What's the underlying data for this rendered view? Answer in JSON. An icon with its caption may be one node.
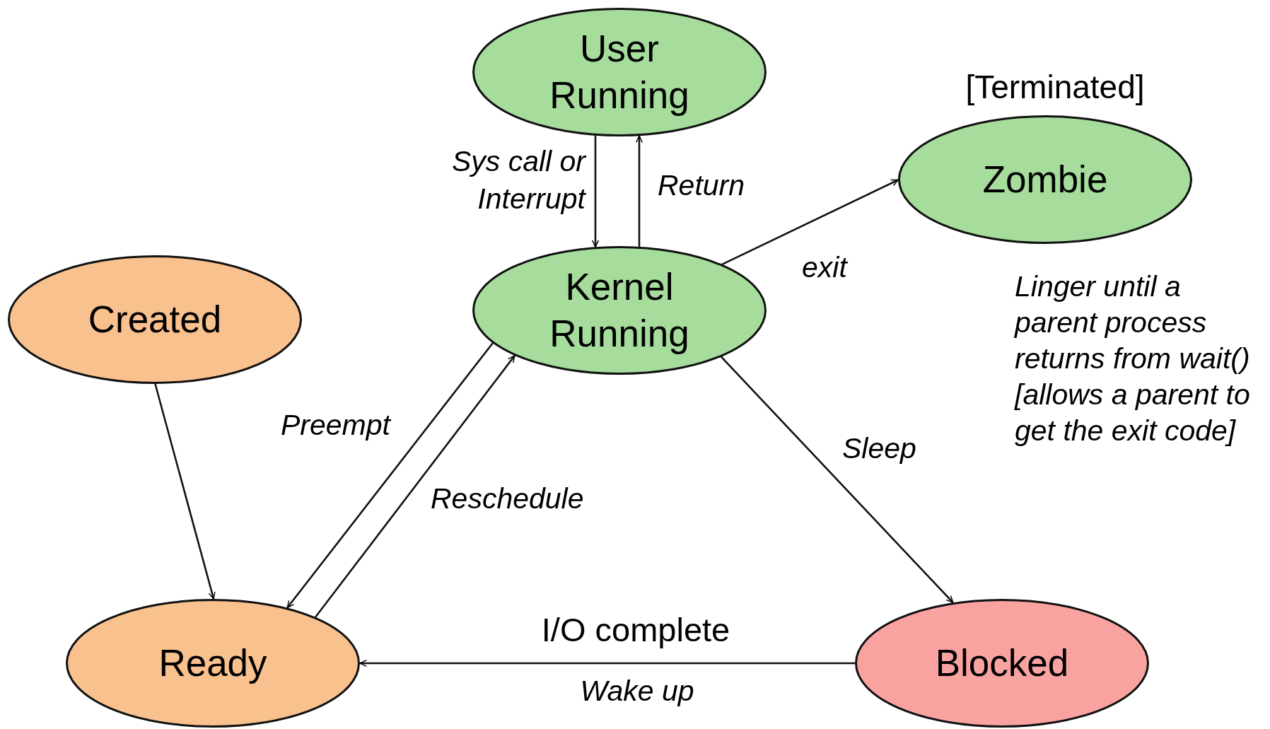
{
  "diagram": {
    "nodes": [
      {
        "text": [
          "User Running"
        ]
      },
      {
        "text": [
          "Zombie"
        ],
        "beside": [
          "[Terminated]",
          "Linger until a parent process returns from wait() [allows a parent to get the exit code]"
        ]
      },
      {
        "text": [
          "Created"
        ]
      },
      {
        "text": [
          "Kernel Running"
        ]
      },
      {
        "text": [
          "Ready"
        ]
      },
      {
        "text": [
          "Blocked"
        ]
      }
    ],
    "edges": [
      {
        "from": 0,
        "to": 3,
        "arrow": "to",
        "label": "Sys call or Interrupt"
      },
      {
        "from": 3,
        "to": 0,
        "arrow": "to",
        "label": "Return"
      },
      {
        "from": 3,
        "to": 1,
        "arrow": "to",
        "label": "exit"
      },
      {
        "from": 3,
        "to": 5,
        "arrow": "to",
        "label": "Sleep"
      },
      {
        "from": 5,
        "to": 4,
        "arrow": "to",
        "label": "I/O complete"
      },
      {
        "from": 3,
        "to": 4,
        "arrow": "to",
        "label": "Preempt"
      },
      {
        "from": 4,
        "to": 3,
        "arrow": "to",
        "label": "Reschedule"
      },
      {
        "from": 2,
        "to": 4,
        "arrow": "to"
      }
    ],
    "labels": [
      "Wake up"
    ]
  }
}
